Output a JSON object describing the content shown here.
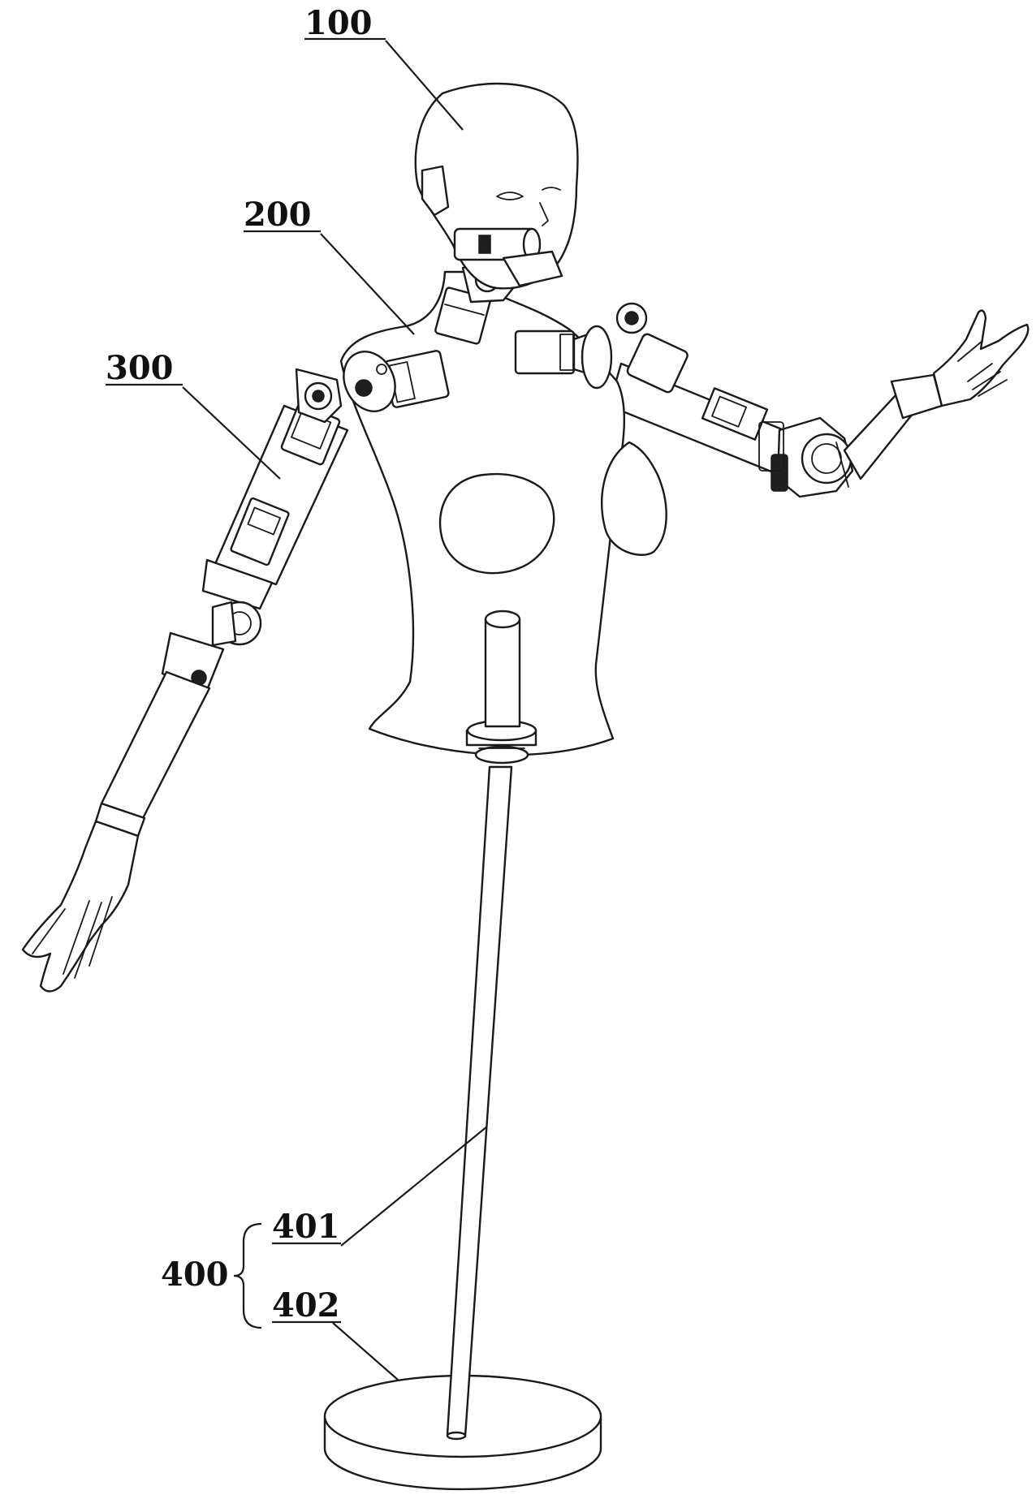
{
  "figure": {
    "labels": {
      "head": "100",
      "torso": "200",
      "arm": "300",
      "stand": "400",
      "pole": "401",
      "base": "402"
    }
  }
}
